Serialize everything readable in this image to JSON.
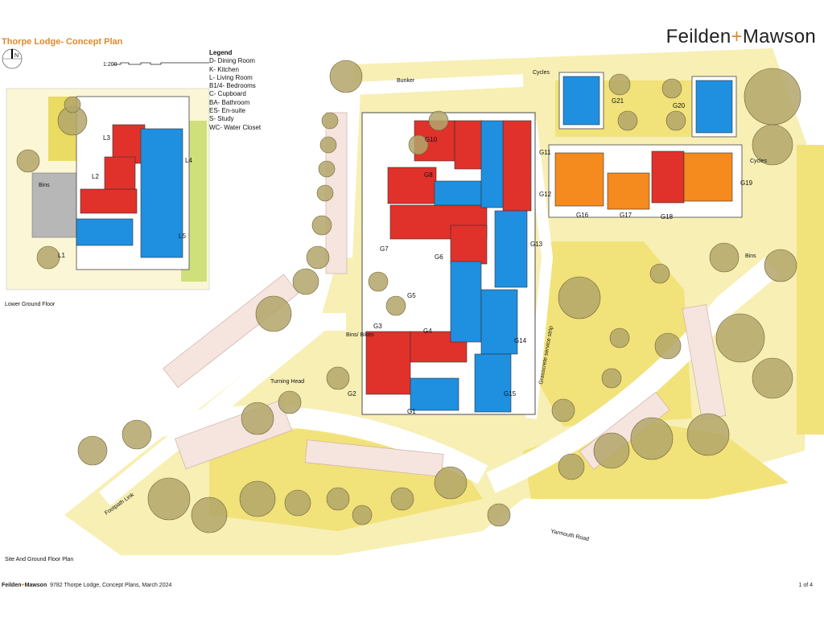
{
  "header": {
    "title": "Thorpe Lodge- Concept Plan",
    "brand_left": "Feilden",
    "brand_plus": "+",
    "brand_right": "Mawson"
  },
  "legend": {
    "heading": "Legend",
    "items": [
      "D- Dining Room",
      "K- Kitchen",
      "L- Living Room",
      "B1/4- Bedrooms",
      "C- Cupboard",
      "BA- Bathroom",
      "ES- En-suite",
      "S- Study",
      "WC- Water Closet"
    ]
  },
  "compass": {
    "label": "N",
    "icon": "north-arrow-icon"
  },
  "scale_bar": {
    "label": "1:200"
  },
  "plan": {
    "lower_ground_label": "Lower Ground Floor",
    "site_label": "Site And Ground Floor Plan",
    "l_labels": [
      "L1",
      "L2",
      "L3",
      "L4",
      "L5"
    ],
    "g_labels": [
      "G1",
      "G2",
      "G3",
      "G4",
      "G5",
      "G6",
      "G7",
      "G8",
      "G10",
      "G11",
      "G12",
      "G13",
      "G14",
      "G15",
      "G16",
      "G17",
      "G18",
      "G19",
      "G20",
      "G21"
    ],
    "places": [
      "Bunker",
      "Bins/ Bikes",
      "Turning Head",
      "Grasscrete service strip",
      "Yarmouth Road",
      "Footpath Link",
      "Bins",
      "Cycles",
      "Cycles",
      "Cycles",
      "Bins"
    ],
    "colors": {
      "red_units": "#e0312b",
      "blue_units": "#1f8fe0",
      "orange_units": "#f58a1f",
      "grass": "#f2e27a",
      "trees": "#b3a66a"
    }
  },
  "footer": {
    "brand_left": "Feilden",
    "brand_plus": "+",
    "brand_right": "Mawson",
    "text": "9782 Thorpe Lodge, Concept Plans, March 2024",
    "page": "1 of 4"
  }
}
